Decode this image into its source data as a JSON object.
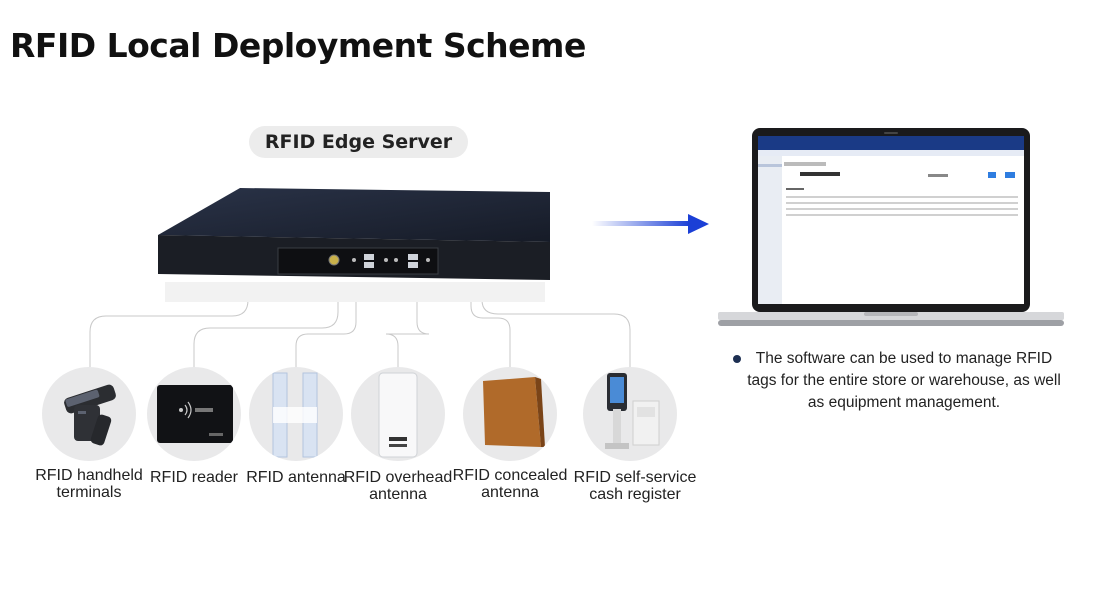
{
  "title": "RFID Local Deployment Scheme",
  "server": {
    "label": "RFID Edge Server"
  },
  "devices": [
    {
      "label": "RFID handheld terminals",
      "icon": "handheld-terminal-icon"
    },
    {
      "label": "RFID reader",
      "icon": "rfid-reader-icon"
    },
    {
      "label": "RFID antenna",
      "icon": "antenna-icon"
    },
    {
      "label": "RFID overhead antenna",
      "icon": "overhead-antenna-icon"
    },
    {
      "label": "RFID concealed antenna",
      "icon": "concealed-antenna-icon"
    },
    {
      "label": "RFID self-service cash register",
      "icon": "cash-register-icon"
    }
  ],
  "caption": "The software can be used to manage RFID tags for the entire store or warehouse, as well as equipment management.",
  "colors": {
    "arrow": "#1b3fd6",
    "laptop_header": "#1a3a86",
    "bullet": "#1d2f52",
    "circle_bg": "#e9e9ea"
  }
}
